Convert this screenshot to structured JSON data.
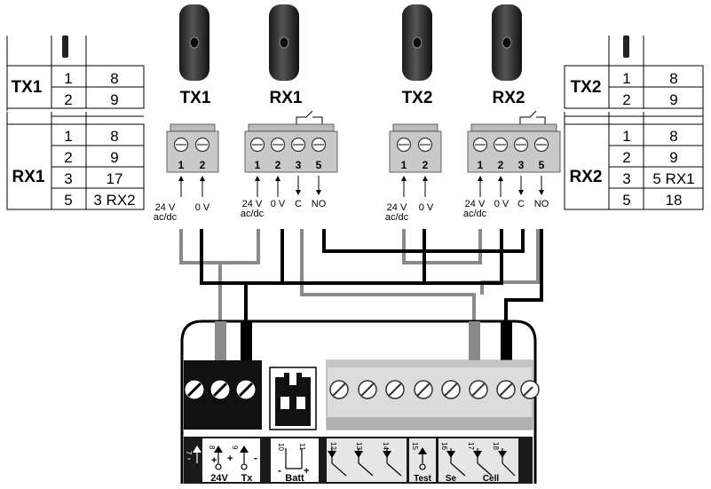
{
  "devices": [
    {
      "label": "TX1"
    },
    {
      "label": "RX1"
    },
    {
      "label": "TX2"
    },
    {
      "label": "RX2"
    }
  ],
  "blocks": [
    {
      "numbers": [
        "1",
        "2"
      ],
      "labels": [
        "24 V",
        "ac/dc",
        "0 V"
      ]
    },
    {
      "numbers": [
        "1",
        "2",
        "3",
        "5"
      ],
      "labels": [
        "24 V",
        "ac/dc",
        "0 V",
        "C",
        "NO"
      ]
    },
    {
      "numbers": [
        "1",
        "2"
      ],
      "labels": [
        "24 V",
        "ac/dc",
        "0 V"
      ]
    },
    {
      "numbers": [
        "1",
        "2",
        "3",
        "5"
      ],
      "labels": [
        "24 V",
        "ac/dc",
        "0 V",
        "C",
        "NO"
      ]
    }
  ],
  "tables": {
    "left": [
      {
        "name": "TX1",
        "rows": [
          [
            "1",
            "8"
          ],
          [
            "2",
            "9"
          ]
        ]
      },
      {
        "name": "RX1",
        "rows": [
          [
            "1",
            "8"
          ],
          [
            "2",
            "9"
          ],
          [
            "3",
            "17"
          ],
          [
            "5",
            "3 RX2"
          ]
        ]
      }
    ],
    "right": [
      {
        "name": "TX2",
        "rows": [
          [
            "1",
            "8"
          ],
          [
            "2",
            "9"
          ]
        ]
      },
      {
        "name": "RX2",
        "rows": [
          [
            "1",
            "8"
          ],
          [
            "2",
            "9"
          ],
          [
            "3",
            "5 RX1"
          ],
          [
            "5",
            "18"
          ]
        ]
      }
    ]
  },
  "board": {
    "pins": [
      "7",
      "8",
      "9",
      "10",
      "11",
      "12",
      "13",
      "14",
      "15",
      "16",
      "17",
      "18"
    ],
    "labels": {
      "v24": "24V",
      "tx": "Tx",
      "batt": "Batt",
      "test": "Test",
      "se": "Se",
      "cell": "Cell"
    },
    "signs": {
      "minus": "-",
      "plus": "+"
    }
  }
}
